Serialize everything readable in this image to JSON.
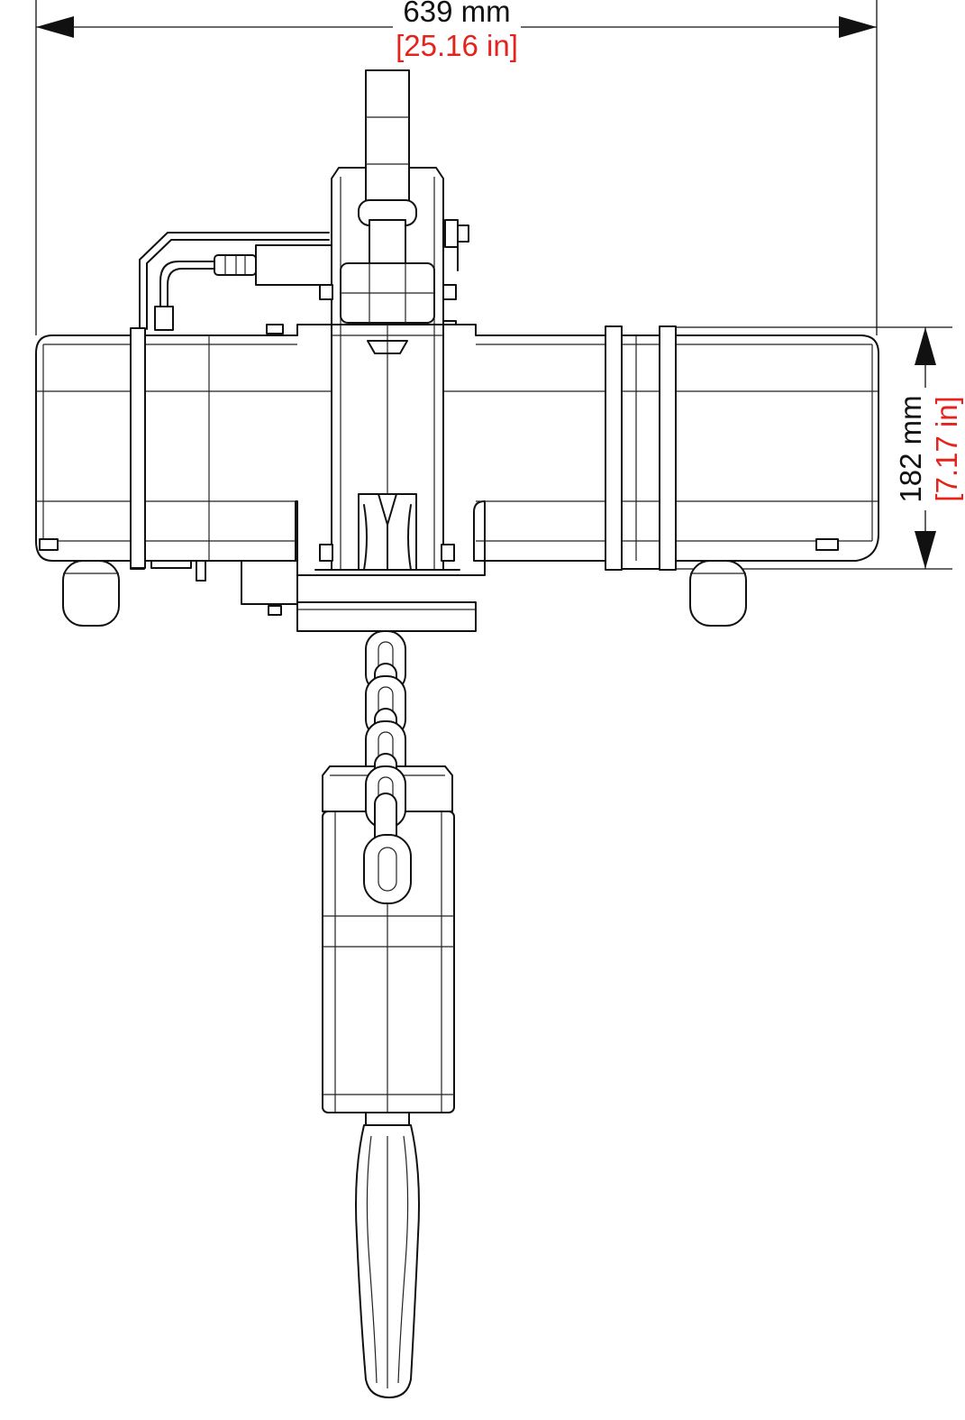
{
  "dimensions": {
    "width": {
      "metric": "639 mm",
      "imperial": "[25.16 in]"
    },
    "height": {
      "metric": "182 mm",
      "imperial": "[7.17 in]"
    }
  },
  "colors": {
    "line": "#111111",
    "imperial_text": "#e3231c",
    "background": "#ffffff"
  }
}
